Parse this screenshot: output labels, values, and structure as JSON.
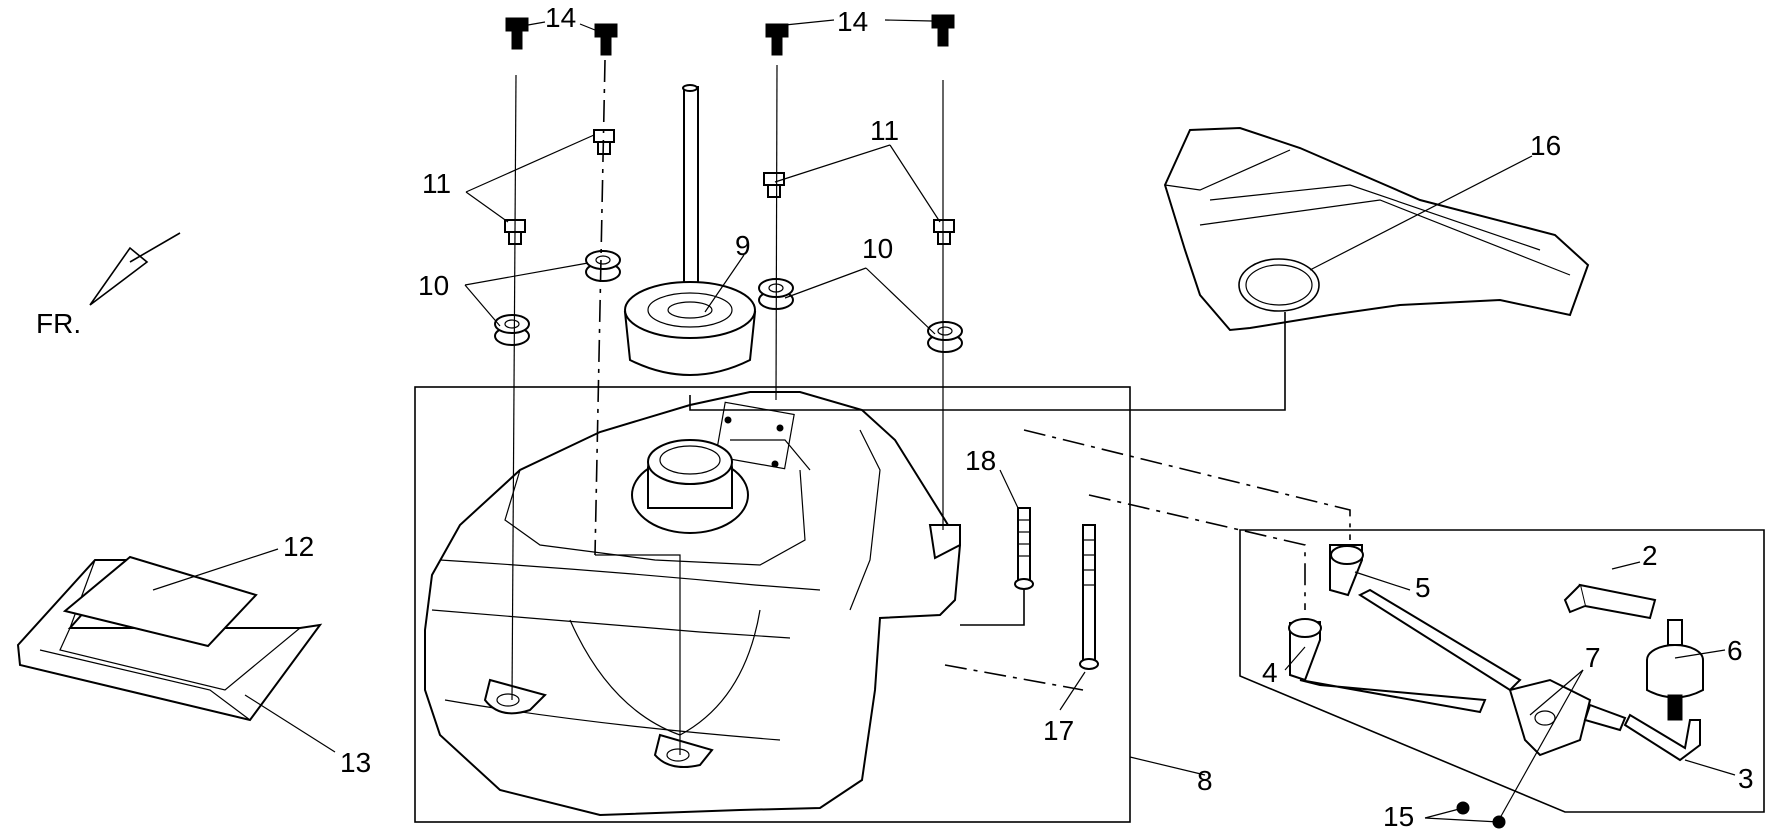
{
  "direction_label": "FR.",
  "callouts": {
    "c1": "2",
    "c2": "3",
    "c3": "4",
    "c4": "5",
    "c5": "6",
    "c6": "7",
    "c7": "8",
    "c8": "9",
    "c9": "10",
    "c10": "10",
    "c11": "11",
    "c12": "11",
    "c13": "12",
    "c14": "13",
    "c15": "14",
    "c16": "14",
    "c17": "15",
    "c18": "16",
    "c19": "17",
    "c20": "18"
  },
  "colors": {
    "ink": "#000000",
    "paper": "#ffffff"
  }
}
